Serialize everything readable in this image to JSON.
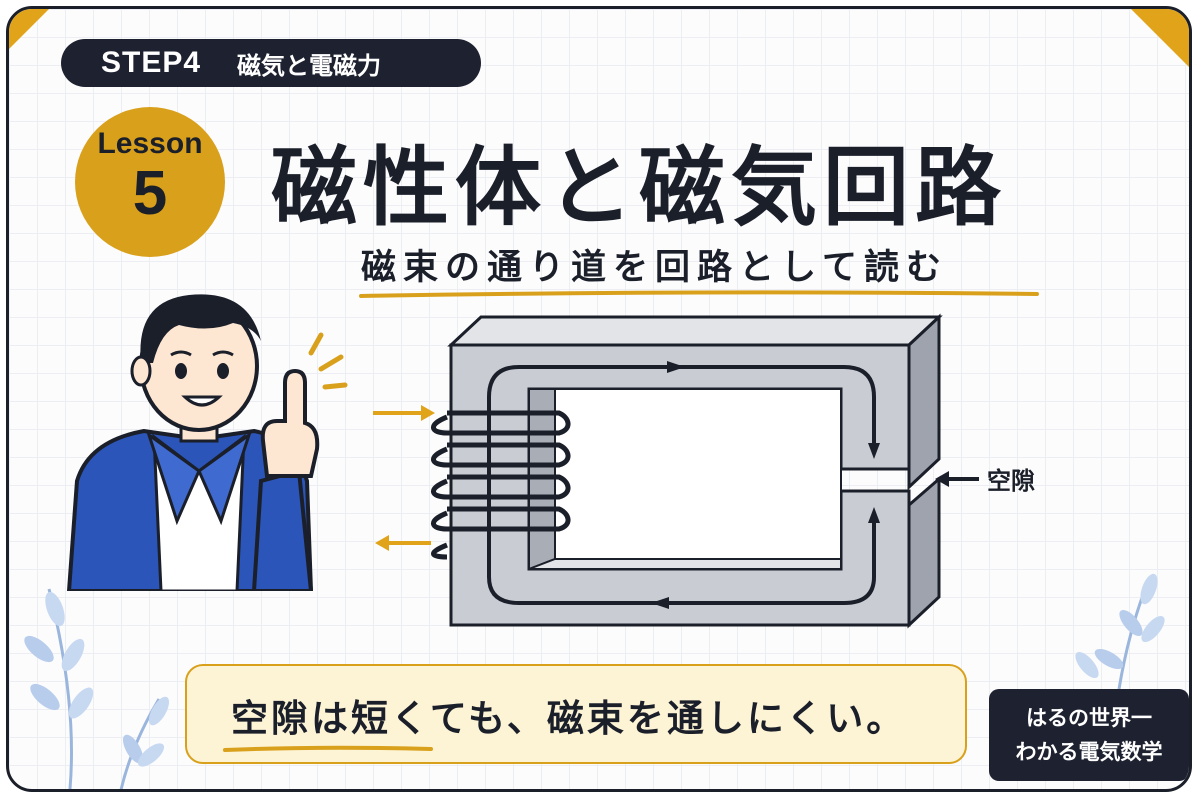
{
  "header": {
    "step_number": "STEP4",
    "step_title": "磁気と電磁力",
    "lesson_label": "Lesson",
    "lesson_number": "5",
    "main_title": "磁性体と磁気回路",
    "subtitle": "磁束の通り道を回路として読む"
  },
  "diagram": {
    "gap_label": "空隙"
  },
  "note": {
    "text": "空隙は短くても、磁束を通しにくい。"
  },
  "brand": {
    "line1": "はるの世界一",
    "line2": "わかる電気数学"
  },
  "colors": {
    "accent": "#d9a01c",
    "dark": "#1e2130",
    "jacket": "#2b55b8",
    "core": "#c9ccd3",
    "note_bg": "#fdf4d6"
  },
  "icons": {
    "person": "person-pointing-icon",
    "leaves": "leaf-sprig-icon"
  }
}
